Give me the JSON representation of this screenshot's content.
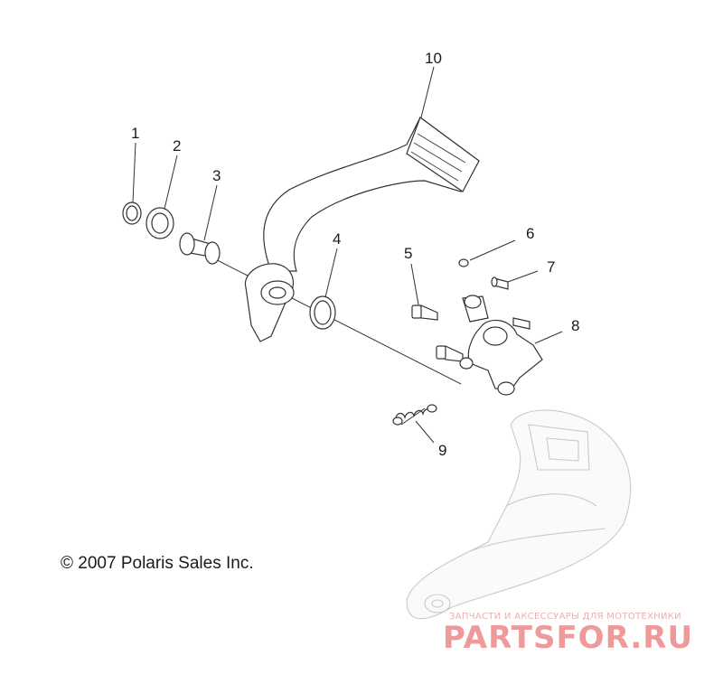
{
  "diagram": {
    "callouts": [
      {
        "id": "1",
        "label": "1"
      },
      {
        "id": "2",
        "label": "2"
      },
      {
        "id": "3",
        "label": "3"
      },
      {
        "id": "4",
        "label": "4"
      },
      {
        "id": "5",
        "label": "5"
      },
      {
        "id": "6",
        "label": "6"
      },
      {
        "id": "7",
        "label": "7"
      },
      {
        "id": "8",
        "label": "8"
      },
      {
        "id": "9",
        "label": "9"
      },
      {
        "id": "10",
        "label": "10"
      }
    ],
    "copyright": "© 2007 Polaris Sales Inc.",
    "watermark": {
      "tagline": "ЗАПЧАСТИ И АКСЕССУАРЫ ДЛЯ МОТОТЕХНИКИ",
      "brand": "PARTSFOR.RU",
      "color": "#ee9a9a"
    }
  }
}
